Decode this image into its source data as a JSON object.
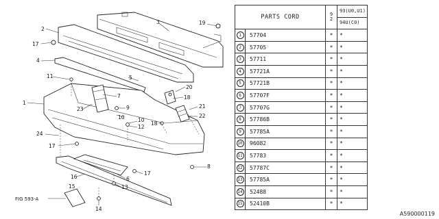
{
  "diagram": {
    "callouts": [
      "1",
      "2",
      "3",
      "4",
      "5",
      "6",
      "7",
      "8",
      "9",
      "10",
      "11",
      "12",
      "13",
      "14",
      "15",
      "16",
      "17",
      "18",
      "19",
      "20",
      "21",
      "22",
      "23",
      "24"
    ],
    "fig_reference": "FIG 593-A"
  },
  "table": {
    "header": {
      "parts_cord": "PARTS CORD",
      "col_a_digits": [
        "9",
        "2"
      ],
      "col_b_top_digit": "9",
      "col_b_top_text": "3(U0,U1)",
      "col_b_bottom_digit": "9",
      "col_b_bottom_text": "4U(C0)"
    },
    "rows": [
      {
        "no": "1",
        "code": "57704",
        "a": "*",
        "b": "*"
      },
      {
        "no": "2",
        "code": "57705",
        "a": "*",
        "b": "*"
      },
      {
        "no": "3",
        "code": "57711",
        "a": "*",
        "b": "*"
      },
      {
        "no": "4",
        "code": "57721A",
        "a": "*",
        "b": "*"
      },
      {
        "no": "5",
        "code": "57721B",
        "a": "*",
        "b": "*"
      },
      {
        "no": "6",
        "code": "57707F",
        "a": "*",
        "b": "*"
      },
      {
        "no": "7",
        "code": "57707G",
        "a": "*",
        "b": "*"
      },
      {
        "no": "8",
        "code": "57786B",
        "a": "*",
        "b": "*"
      },
      {
        "no": "9",
        "code": "57785A",
        "a": "*",
        "b": "*"
      },
      {
        "no": "10",
        "code": "96082",
        "a": "*",
        "b": "*"
      },
      {
        "no": "11",
        "code": "57783",
        "a": "*",
        "b": "*"
      },
      {
        "no": "12",
        "code": "57787C",
        "a": "*",
        "b": "*"
      },
      {
        "no": "13",
        "code": "57785A",
        "a": "*",
        "b": "*"
      },
      {
        "no": "14",
        "code": "52488",
        "a": "*",
        "b": "*"
      },
      {
        "no": "15",
        "code": "52410B",
        "a": "*",
        "b": "*"
      }
    ]
  },
  "footer_code": "A590000119"
}
